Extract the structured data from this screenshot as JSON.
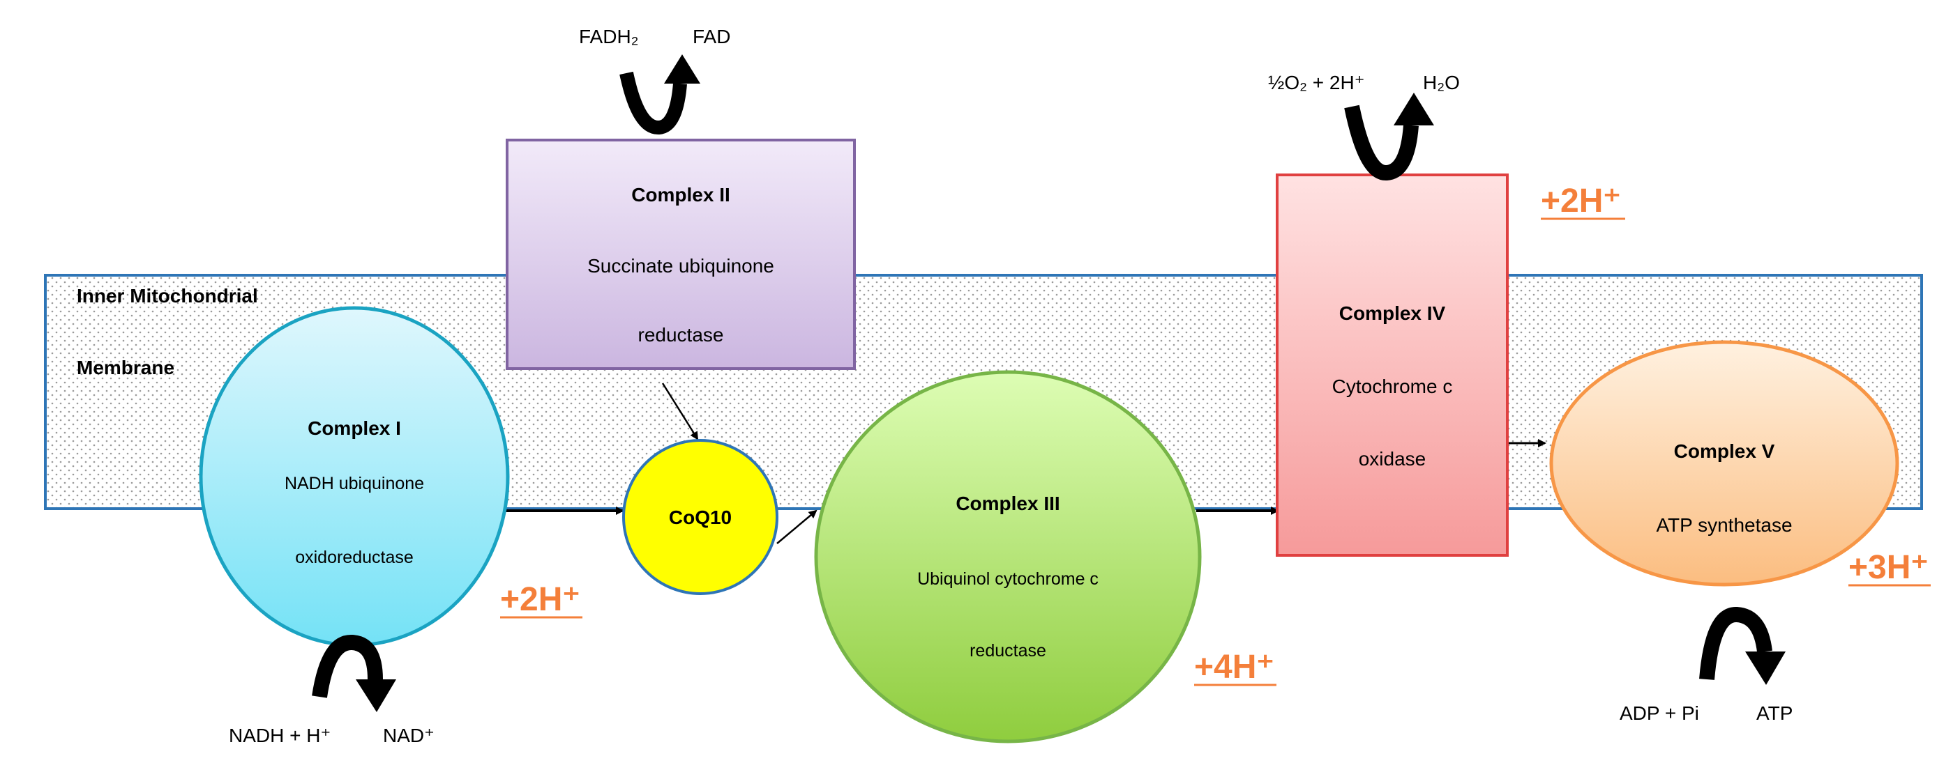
{
  "membrane": {
    "label_line1": "Inner Mitochondrial",
    "label_line2": "Membrane"
  },
  "complex1": {
    "title": "Complex I",
    "name_line1": "NADH ubiquinone",
    "name_line2": "oxidoreductase",
    "substrate": "NADH + H⁺",
    "product": "NAD⁺",
    "proton": "+2H⁺"
  },
  "complex2": {
    "title": "Complex II",
    "name_line1": "Succinate ubiquinone",
    "name_line2": "reductase",
    "substrate": "FADH₂",
    "product": "FAD"
  },
  "coq10": {
    "label": "CoQ10"
  },
  "complex3": {
    "title": "Complex III",
    "name_line1": "Ubiquinol cytochrome c",
    "name_line2": "reductase",
    "proton": "+4H⁺"
  },
  "complex4": {
    "title": "Complex IV",
    "name_line1": "Cytochrome c",
    "name_line2": "oxidase",
    "substrate": "½O₂ + 2H⁺",
    "product": "H₂O",
    "proton": "+2H⁺"
  },
  "complex5": {
    "title": "Complex V",
    "name_line1": "ATP synthetase",
    "substrate": "ADP + Pi",
    "product": "ATP",
    "proton": "+3H⁺"
  },
  "colors": {
    "membrane_border": "#2e75b6",
    "complex1_border": "#1aa3c2",
    "complex2_border": "#8064a2",
    "coq10_fill": "#ffff00",
    "complex3_border": "#77b547",
    "complex4_border": "#e04040",
    "complex5_border": "#f79646",
    "proton_text": "#f47f3a"
  },
  "icons": {
    "reaction_arrow": "curved-arrow-icon",
    "flow_arrow": "arrow-right-icon"
  }
}
